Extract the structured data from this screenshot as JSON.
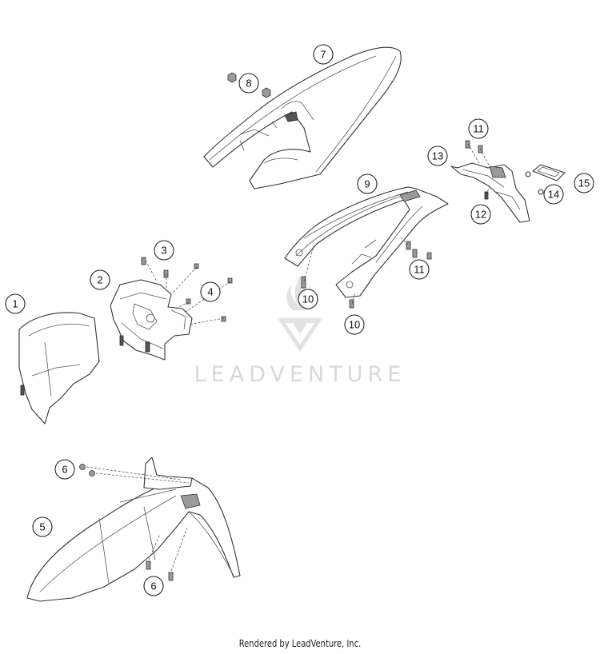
{
  "callouts": [
    {
      "id": "c1",
      "label": "1"
    },
    {
      "id": "c2",
      "label": "2"
    },
    {
      "id": "c3",
      "label": "3"
    },
    {
      "id": "c4",
      "label": "4"
    },
    {
      "id": "c5",
      "label": "5"
    },
    {
      "id": "c6a",
      "label": "6"
    },
    {
      "id": "c6b",
      "label": "6"
    },
    {
      "id": "c7",
      "label": "7"
    },
    {
      "id": "c8",
      "label": "8"
    },
    {
      "id": "c9",
      "label": "9"
    },
    {
      "id": "c10a",
      "label": "10"
    },
    {
      "id": "c10b",
      "label": "10"
    },
    {
      "id": "c11a",
      "label": "11"
    },
    {
      "id": "c11b",
      "label": "11"
    },
    {
      "id": "c12",
      "label": "12"
    },
    {
      "id": "c13",
      "label": "13"
    },
    {
      "id": "c14",
      "label": "14"
    },
    {
      "id": "c15",
      "label": "15"
    }
  ],
  "watermark": {
    "text": "LEADVENTURE"
  },
  "footer": {
    "text": "Rendered by LeadVenture, Inc."
  },
  "colors": {
    "line": "#333333",
    "watermark": "#d8d8d8",
    "background": "#ffffff"
  }
}
